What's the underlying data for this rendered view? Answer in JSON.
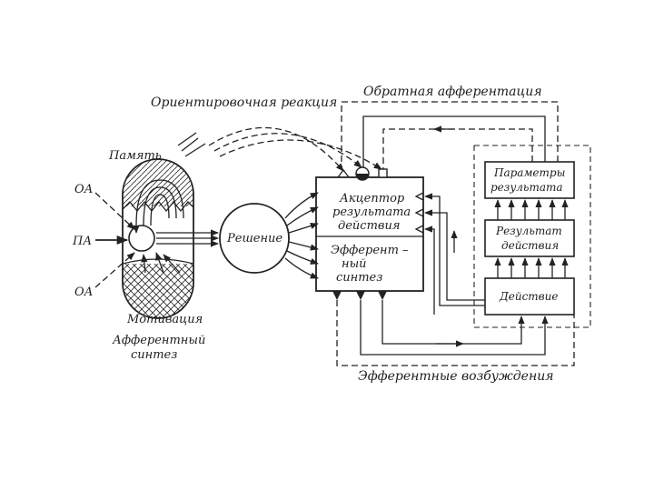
{
  "labels": {
    "orient_reaction": "Ориентировочная реакция",
    "feedback_afferentation": "Обратная афферентация",
    "memory": "Память",
    "oa_top": "ОА",
    "pa": "ПА",
    "oa_bottom": "ОА",
    "motivation": "Мотивация",
    "afferent_synthesis_line1": "Афферентный",
    "afferent_synthesis_line2": "синтез",
    "decision": "Решение",
    "acceptor_line1": "Акцептор",
    "acceptor_line2": "результата",
    "acceptor_line3": "действия",
    "efferent_line1": "Эфферент –",
    "efferent_line2": "ный",
    "efferent_line3": "синтез",
    "params_line1": "Параметры",
    "params_line2": "результата",
    "result_line1": "Результат",
    "result_line2": "действия",
    "action": "Действие",
    "efferent_excitations": "Эфферентные возбуждения"
  }
}
